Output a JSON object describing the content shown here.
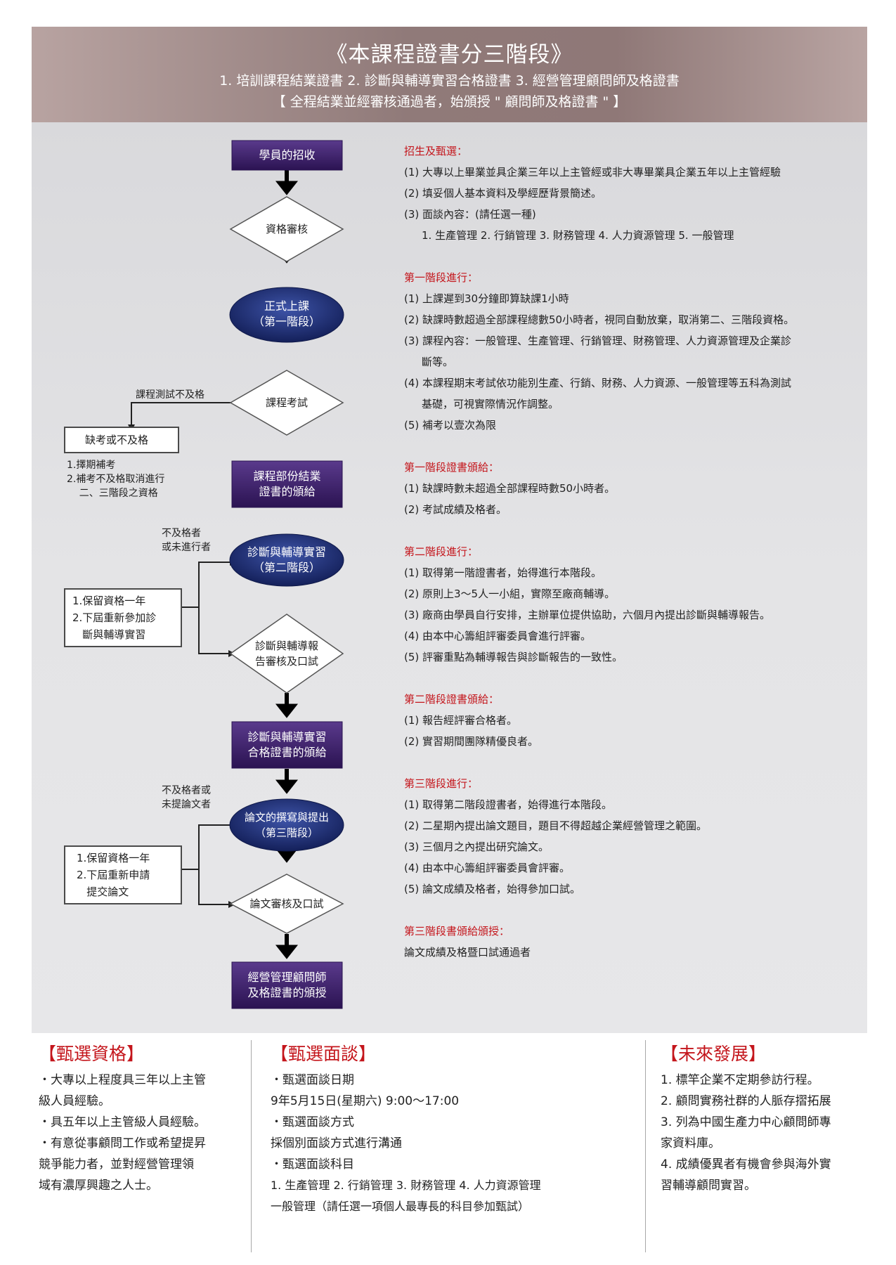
{
  "header": {
    "title": "《本課程證書分三階段》",
    "subtitle": "1. 培訓課程結業證書  2. 診斷與輔導實習合格證書  3. 經營管理顧問師及格證書",
    "note": "【 全程結業並經審核通過者，始頒授 \" 顧問師及格證書 \" 】"
  },
  "flow": {
    "n1": "學員的招收",
    "n2": "資格審核",
    "n3": [
      "正式上課",
      "（第一階段）"
    ],
    "n4": "課程考試",
    "n5": [
      "課程部份結業",
      "證書的頒給"
    ],
    "n6": [
      "診斷與輔導實習",
      "（第二階段）"
    ],
    "n7": [
      "診斷與輔導報",
      "告審核及口試"
    ],
    "n8": [
      "診斷與輔導實習",
      "合格證書的頒給"
    ],
    "n9": [
      "論文的撰寫與提出",
      "（第三階段）"
    ],
    "n10": "論文審核及口試",
    "n11": [
      "經營管理顧問師",
      "及格證書的頒授"
    ],
    "fail1_label": "課程測試不及格",
    "fail1_box": "缺考或不及格",
    "fail1_notes": [
      "1.擇期補考",
      "2.補考不及格取消進行",
      "    二、三階段之資格"
    ],
    "fail2_label": [
      "不及格者",
      "或未進行者"
    ],
    "fail2_box": [
      "1.保留資格一年",
      "2.下屆重新參加診",
      "   斷與輔導實習"
    ],
    "fail3_label": [
      "不及格者或",
      "未提論文者"
    ],
    "fail3_box": [
      "1.保留資格一年",
      "2.下屆重新申請",
      "   提交論文"
    ]
  },
  "details": [
    {
      "heading": "招生及甄選：",
      "items": [
        "(1) 大專以上畢業並具企業三年以上主管經或非大專畢業具企業五年以上主管經驗",
        "(2) 填妥個人基本資料及學經歷背景簡述。",
        "(3) 面談內容：(請任選一種)",
        "1. 生產管理   2. 行銷管理   3. 財務管理   4. 人力資源管理   5. 一般管理"
      ]
    },
    {
      "heading": "第一階段進行：",
      "items": [
        "(1) 上課遲到30分鐘即算缺課1小時",
        "(2) 缺課時數超過全部課程總數50小時者，視同自動放棄，取消第二、三階段資格。",
        "(3) 課程內容：一般管理、生產管理、行銷管理、財務管理、人力資源管理及企業診",
        "斷等。",
        "(4) 本課程期末考試依功能別生產、行銷、財務、人力資源、一般管理等五科為測試",
        "基礎，可視實際情況作調整。",
        "(5) 補考以壹次為限"
      ]
    },
    {
      "heading": "第一階段證書頒給：",
      "items": [
        "(1) 缺課時數未超過全部課程時數50小時者。",
        "(2) 考試成績及格者。"
      ]
    },
    {
      "heading": "第二階段進行：",
      "items": [
        "(1) 取得第一階證書者，始得進行本階段。",
        "(2) 原則上3～5人一小組，實際至廠商輔導。",
        "(3) 廠商由學員自行安排，主辦單位提供協助，六個月內提出診斷與輔導報告。",
        "(4) 由本中心籌組評審委員會進行評審。",
        "(5) 評審重點為輔導報告與診斷報告的一致性。"
      ]
    },
    {
      "heading": "第二階段證書頒給：",
      "items": [
        "(1) 報告經評審合格者。",
        "(2) 實習期間團隊精優良者。"
      ]
    },
    {
      "heading": "第三階段進行：",
      "items": [
        "(1) 取得第二階段證書者，始得進行本階段。",
        "(2) 二星期內提出論文題目，題目不得超越企業經營管理之範圍。",
        "(3) 三個月之內提出研究論文。",
        "(4) 由本中心籌組評審委員會評審。",
        "(5) 論文成績及格者，始得參加口試。"
      ]
    },
    {
      "heading": "第三階段書頒給頒授：",
      "items": [
        "論文成績及格暨口試通過者"
      ]
    }
  ],
  "bottom": {
    "col1": {
      "heading": "【甄選資格】",
      "lines": [
        "・大專以上程度具三年以上主管",
        "   級人員經驗。",
        "・具五年以上主管級人員經驗。",
        "・有意從事顧問工作或希望提昇",
        "   競爭能力者，並對經營管理領",
        "   域有濃厚興趣之人士。"
      ]
    },
    "col2": {
      "heading": "【甄選面談】",
      "lines": [
        "・甄選面談日期",
        "   9年5月15日(星期六)  9:00～17:00",
        "・甄選面談方式",
        "   採個別面談方式進行溝通",
        "・甄選面談科目",
        "   1. 生產管理   2. 行銷管理   3. 財務管理   4. 人力資源管理",
        "   一般管理（請任選一項個人最專長的科目參加甄試）"
      ]
    },
    "col3": {
      "heading": "【未來發展】",
      "lines": [
        "1. 標竿企業不定期參訪行程。",
        "2. 顧問實務社群的人脈存摺拓展",
        "3. 列為中國生產力中心顧問師專",
        "    家資料庫。",
        "4. 成績優異者有機會參與海外實",
        "    習輔導顧問實習。"
      ]
    }
  },
  "colors": {
    "accent_red": "#c4161c",
    "node_purple": "#3d1d6b",
    "node_navy": "#1d2a6b"
  }
}
